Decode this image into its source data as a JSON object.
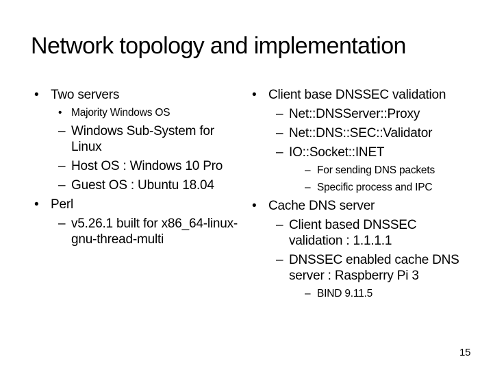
{
  "slide": {
    "title": "Network topology and implementation",
    "page_number": "15",
    "columns": [
      {
        "items": [
          {
            "level": 1,
            "marker": "bullet",
            "text": "Two servers"
          },
          {
            "level": 3,
            "marker": "bullet",
            "text": "Majority Windows OS"
          },
          {
            "level": 2,
            "marker": "dash",
            "text": "Windows Sub-System for\nLinux"
          },
          {
            "level": 2,
            "marker": "dash",
            "text": "Host OS : Windows 10 Pro"
          },
          {
            "level": 2,
            "marker": "dash",
            "text": "Guest OS : Ubuntu 18.04"
          },
          {
            "level": 1,
            "marker": "bullet",
            "text": "Perl"
          },
          {
            "level": 2,
            "marker": "dash",
            "text": "v5.26.1 built for x86_64-linux-\ngnu-thread-multi"
          }
        ]
      },
      {
        "items": [
          {
            "level": 1,
            "marker": "bullet",
            "text": "Client base DNSSEC validation"
          },
          {
            "level": 2,
            "marker": "dash",
            "text": "Net::DNSServer::Proxy"
          },
          {
            "level": 2,
            "marker": "dash",
            "text": "Net::DNS::SEC::Validator"
          },
          {
            "level": 2,
            "marker": "dash",
            "text": "IO::Socket::INET"
          },
          {
            "level": 4,
            "marker": "dash",
            "text": "For sending DNS packets"
          },
          {
            "level": 4,
            "marker": "dash",
            "text": "Specific process and IPC"
          },
          {
            "level": 1,
            "marker": "bullet",
            "text": "Cache DNS server"
          },
          {
            "level": 2,
            "marker": "dash",
            "text": "Client based DNSSEC\nvalidation : 1.1.1.1"
          },
          {
            "level": 2,
            "marker": "dash",
            "text": "DNSSEC enabled cache DNS\nserver : Raspberry Pi 3"
          },
          {
            "level": 4,
            "marker": "dash",
            "text": "BIND 9.11.5"
          }
        ]
      }
    ]
  },
  "icons": {
    "bullet": "•",
    "dash": "–"
  },
  "colors": {
    "text": "#000000",
    "background": "#ffffff"
  }
}
